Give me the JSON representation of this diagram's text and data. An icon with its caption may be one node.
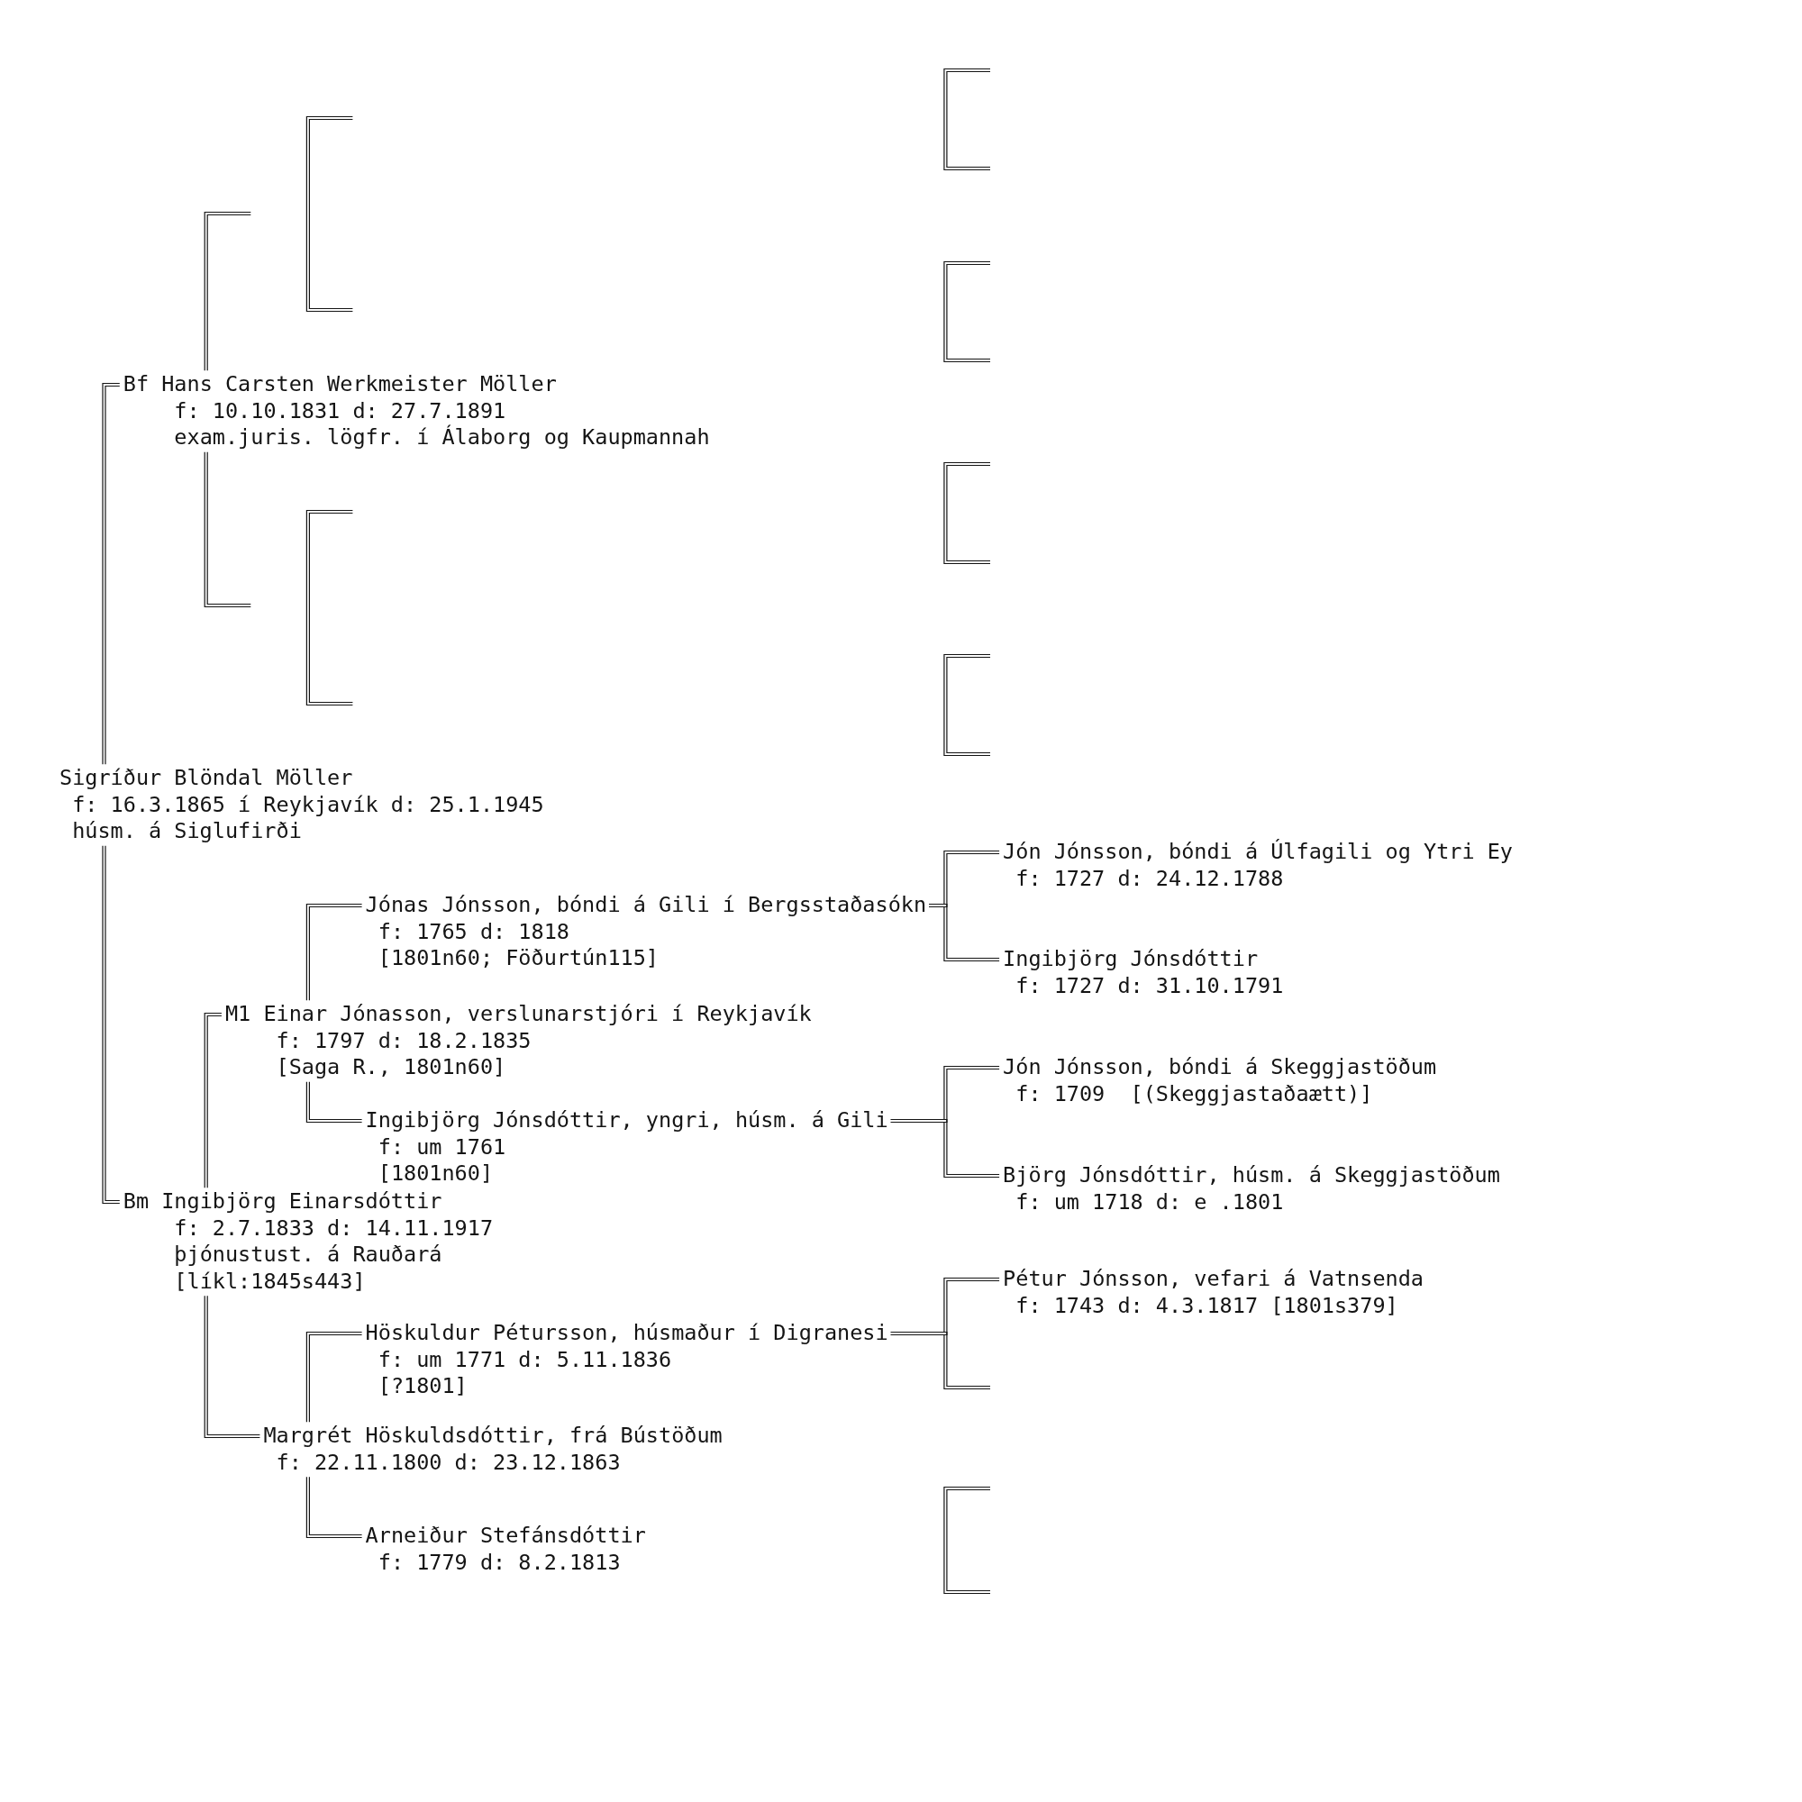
{
  "diagram": {
    "nodes": [
      {
        "text": [
          "Bf Hans Carsten Werkmeister Möller",
          "f: 10.10.1831 d: 27.7.1891",
          "exam.juris. lögfr. í Álaborg og Kaupmannah"
        ]
      },
      {
        "text": [
          "Sigríður Blöndal Möller",
          "f: 16.3.1865 í Reykjavík d: 25.1.1945",
          "húsm. á Siglufirði"
        ]
      },
      {
        "text": [
          "Jón Jónsson, bóndi á Úlfagili og Ytri Ey",
          "f: 1727 d: 24.12.1788"
        ]
      },
      {
        "text": [
          "Jónas Jónsson, bóndi á Gili í Bergsstaðasókn",
          "f: 1765 d: 1818",
          "[1801n60; Föðurtún115]"
        ]
      },
      {
        "text": [
          "Ingibjörg Jónsdóttir",
          "f: 1727 d: 31.10.1791"
        ]
      },
      {
        "text": [
          "M1 Einar Jónasson, verslunarstjóri í Reykjavík",
          "f: 1797 d: 18.2.1835",
          "[Saga R., 1801n60]"
        ]
      },
      {
        "text": [
          "Jón Jónsson, bóndi á Skeggjastöðum",
          "f: 1709  [(Skeggjastaðaætt)]"
        ]
      },
      {
        "text": [
          "Ingibjörg Jónsdóttir, yngri, húsm. á Gili",
          "f: um 1761",
          "[1801n60]"
        ]
      },
      {
        "text": [
          "Björg Jónsdóttir, húsm. á Skeggjastöðum",
          "f: um 1718 d: e .1801"
        ]
      },
      {
        "text": [
          "Bm Ingibjörg Einarsdóttir",
          "f: 2.7.1833 d: 14.11.1917",
          "þjónustust. á Rauðará",
          "[líkl:1845s443]"
        ]
      },
      {
        "text": [
          "Pétur Jónsson, vefari á Vatnsenda",
          "f: 1743 d: 4.3.1817 [1801s379]"
        ]
      },
      {
        "text": [
          "Höskuldur Pétursson, húsmaður í Digranesi",
          "f: um 1771 d: 5.11.1836",
          "[?1801]"
        ]
      },
      {
        "text": [
          "Margrét Höskuldsdóttir, frá Bústöðum",
          "f: 22.11.1800 d: 23.12.1863"
        ]
      },
      {
        "text": [
          "Arneiður Stefánsdóttir",
          "f: 1779 d: 8.2.1813"
        ]
      }
    ],
    "edges": [
      {
        "from": 1,
        "to": 0,
        "arrow": "none"
      },
      {
        "from": 1,
        "to": 9,
        "arrow": "none"
      },
      {
        "from": 0,
        "to": null,
        "arrow": "none"
      },
      {
        "from": 0,
        "to": null,
        "arrow": "none"
      },
      {
        "from": 9,
        "to": 5,
        "arrow": "none"
      },
      {
        "from": 9,
        "to": 12,
        "arrow": "none"
      },
      {
        "from": 5,
        "to": 3,
        "arrow": "none"
      },
      {
        "from": 5,
        "to": 7,
        "arrow": "none"
      },
      {
        "from": 3,
        "to": 2,
        "arrow": "none"
      },
      {
        "from": 3,
        "to": 4,
        "arrow": "none"
      },
      {
        "from": 7,
        "to": 6,
        "arrow": "none"
      },
      {
        "from": 7,
        "to": 8,
        "arrow": "none"
      },
      {
        "from": 12,
        "to": 11,
        "arrow": "none"
      },
      {
        "from": 12,
        "to": 13,
        "arrow": "none"
      },
      {
        "from": 11,
        "to": 10,
        "arrow": "none"
      },
      {
        "from": 11,
        "to": null,
        "arrow": "none"
      }
    ]
  }
}
